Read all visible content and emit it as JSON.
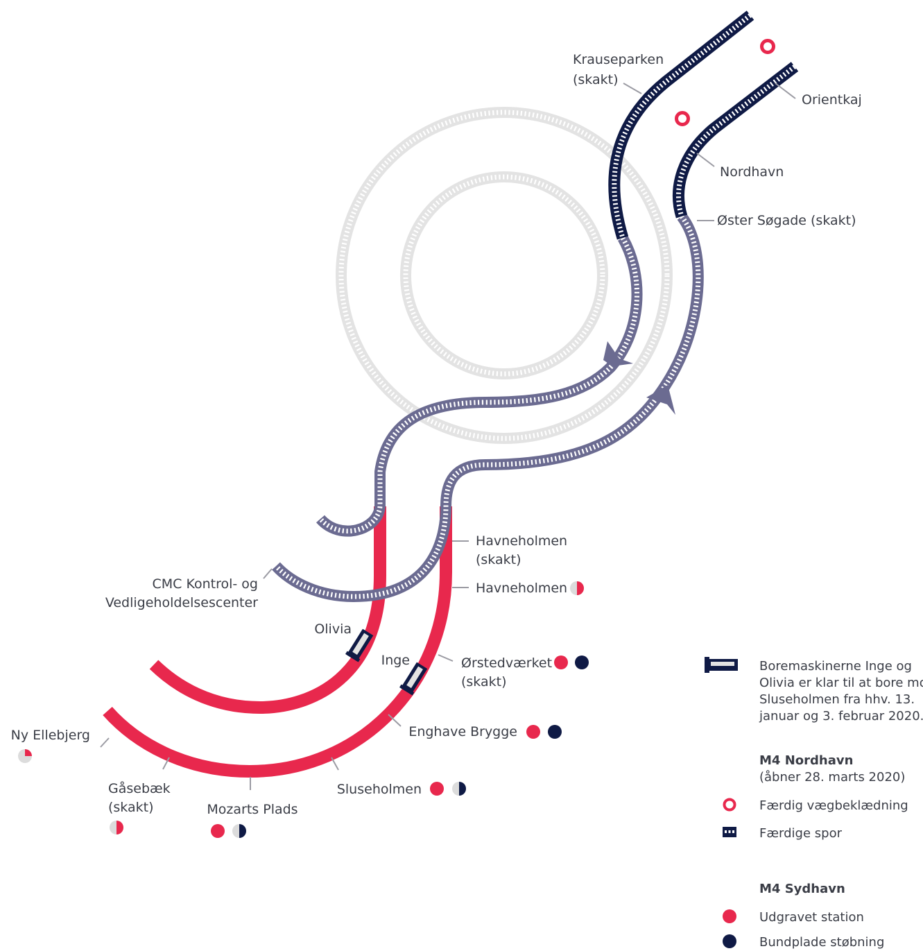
{
  "colors": {
    "red": "#e8284d",
    "navy": "#0f1a45",
    "purple": "#6b6b91",
    "grey": "#e3e3e3",
    "leader": "#9b9ba3",
    "text": "#3a3d46"
  },
  "labels": {
    "krauseparken_1": "Krauseparken",
    "krauseparken_2": "(skakt)",
    "orientkaj": "Orientkaj",
    "nordhavn": "Nordhavn",
    "oster_sogade": "Øster Søgade (skakt)",
    "havneholmen_skakt_1": "Havneholmen",
    "havneholmen_skakt_2": "(skakt)",
    "havneholmen": "Havneholmen",
    "cmc_1": "CMC Kontrol- og",
    "cmc_2": "Vedligeholdelsescenter",
    "olivia": "Olivia",
    "inge": "Inge",
    "orstedvaerket_1": "Ørstedværket",
    "orstedvaerket_2": "(skakt)",
    "enghave_brygge": "Enghave Brygge",
    "sluseholmen": "Sluseholmen",
    "ny_ellebjerg": "Ny Ellebjerg",
    "gasebaek_1": "Gåsebæk",
    "gasebaek_2": "(skakt)",
    "mozarts_plads": "Mozarts Plads"
  },
  "legend": {
    "boremaskine_icon": "tunnel-boring-machine-icon",
    "boremaskine_lines": [
      "Boremaskinerne Inge og",
      "Olivia er klar til at bore mod",
      "Sluseholmen fra hhv. 13.",
      "januar og 3. februar 2020."
    ],
    "nordhavn_title": "M4 Nordhavn",
    "nordhavn_subtitle": "(åbner 28. marts 2020)",
    "vaegbeklaedning": "Færdig vægbeklædning",
    "spor": "Færdige spor",
    "sydhavn_title": "M4 Sydhavn",
    "udgravet": "Udgravet station",
    "bundplade": "Bundplade støbning"
  }
}
